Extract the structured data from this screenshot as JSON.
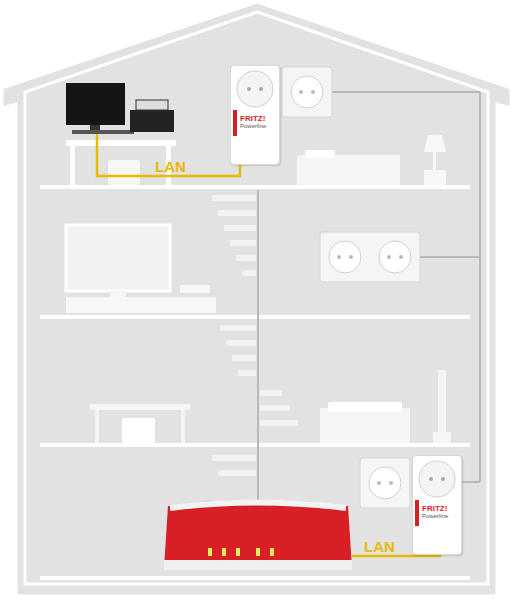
{
  "diagram": {
    "nodes": [
      {
        "text": [
          "FRITZ!",
          "Powerline"
        ]
      },
      {
        "text": [
          "FRITZ!",
          "Powerline"
        ]
      }
    ],
    "labels": [
      "LAN",
      "LAN"
    ]
  }
}
